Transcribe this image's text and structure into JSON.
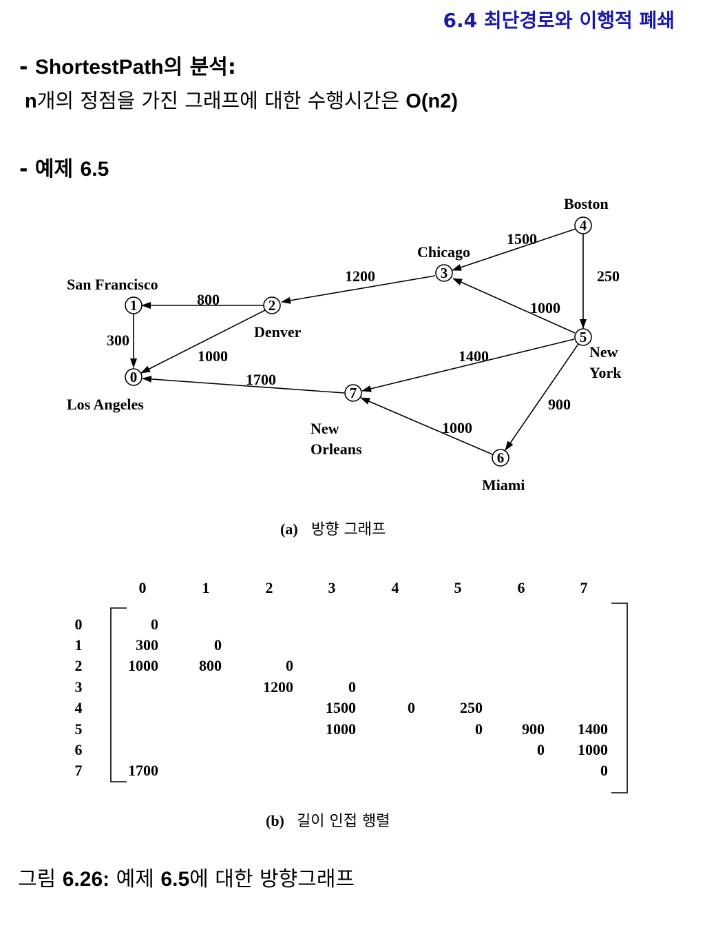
{
  "slide_title": "6.4  최단경로와 이행적 폐쇄",
  "analysis": {
    "prefix": "- ",
    "name": "ShortestPath",
    "suffix": "의 분석:",
    "line_n": "n",
    "line_text": "개의 정점을 가진 그래프에 대한 수행시간은 ",
    "line_complexity": "O(n2)"
  },
  "example": {
    "prefix": "- 예제 ",
    "number": "6.5"
  },
  "graph": {
    "nodes": [
      {
        "id": "0",
        "city": "Los Angeles"
      },
      {
        "id": "1",
        "city": "San Francisco"
      },
      {
        "id": "2",
        "city": "Denver"
      },
      {
        "id": "3",
        "city": "Chicago"
      },
      {
        "id": "4",
        "city": "Boston"
      },
      {
        "id": "5",
        "city": "New York"
      },
      {
        "id": "6",
        "city": "Miami"
      },
      {
        "id": "7",
        "city": "New Orleans"
      }
    ],
    "edges": [
      {
        "from": "1",
        "to": "0",
        "weight": "300"
      },
      {
        "from": "2",
        "to": "1",
        "weight": "800"
      },
      {
        "from": "2",
        "to": "0",
        "weight": "1000"
      },
      {
        "from": "3",
        "to": "2",
        "weight": "1200"
      },
      {
        "from": "4",
        "to": "3",
        "weight": "1500"
      },
      {
        "from": "4",
        "to": "5",
        "weight": "250"
      },
      {
        "from": "5",
        "to": "3",
        "weight": "1000"
      },
      {
        "from": "5",
        "to": "7",
        "weight": "1400"
      },
      {
        "from": "5",
        "to": "6",
        "weight": "900"
      },
      {
        "from": "6",
        "to": "7",
        "weight": "1000"
      },
      {
        "from": "7",
        "to": "0",
        "weight": "1700"
      }
    ],
    "caption_label": "(a)",
    "caption_text": "방향 그래프"
  },
  "matrix": {
    "col_headers": [
      "0",
      "1",
      "2",
      "3",
      "4",
      "5",
      "6",
      "7"
    ],
    "row_headers": [
      "0",
      "1",
      "2",
      "3",
      "4",
      "5",
      "6",
      "7"
    ],
    "rows": [
      [
        "0",
        "",
        "",
        "",
        "",
        "",
        "",
        ""
      ],
      [
        "300",
        "0",
        "",
        "",
        "",
        "",
        "",
        ""
      ],
      [
        "1000",
        "800",
        "0",
        "",
        "",
        "",
        "",
        ""
      ],
      [
        "",
        "",
        "1200",
        "0",
        "",
        "",
        "",
        ""
      ],
      [
        "",
        "",
        "",
        "1500",
        "0",
        "250",
        "",
        ""
      ],
      [
        "",
        "",
        "",
        "1000",
        "",
        "0",
        "900",
        "1400"
      ],
      [
        "",
        "",
        "",
        "",
        "",
        "",
        "0",
        "1000"
      ],
      [
        "1700",
        "",
        "",
        "",
        "",
        "",
        "",
        "0"
      ]
    ],
    "caption_label": "(b)",
    "caption_text": "길이 인접 행렬"
  },
  "figure_caption": {
    "prefix": "그림 ",
    "number": "6.26:",
    "middle": " 예제 ",
    "ref": "6.5",
    "suffix": "에 대한 방향그래프"
  },
  "colors": {
    "title": "#1a1aa6",
    "text": "#000000"
  }
}
